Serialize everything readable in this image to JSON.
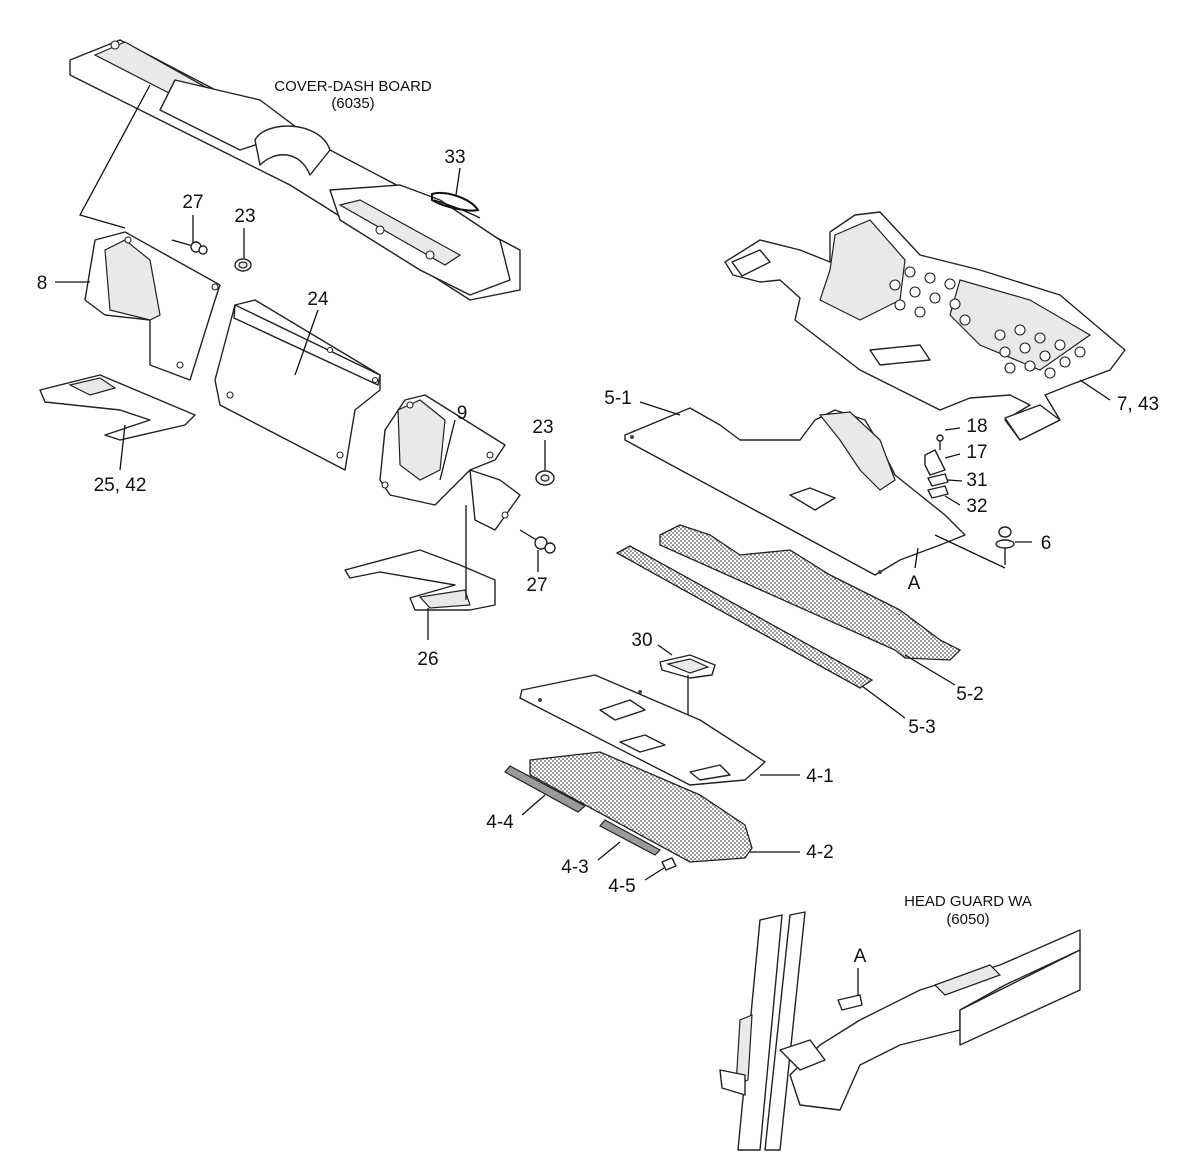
{
  "titles": {
    "cover_dash_board": "COVER-DASH BOARD",
    "cover_dash_board_code": "(6035)",
    "head_guard": "HEAD GUARD WA",
    "head_guard_code": "(6050)"
  },
  "labels": {
    "p8": "8",
    "p27a": "27",
    "p23a": "23",
    "p24": "24",
    "p25_42": "25, 42",
    "p9": "9",
    "p23b": "23",
    "p27b": "27",
    "p26": "26",
    "p33": "33",
    "p7_43": "7, 43",
    "p5_1": "5-1",
    "p18": "18",
    "p17": "17",
    "p31": "31",
    "p32": "32",
    "p6": "6",
    "pA1": "A",
    "p5_2": "5-2",
    "p5_3": "5-3",
    "p30": "30",
    "p4_1": "4-1",
    "p4_2": "4-2",
    "p4_3": "4-3",
    "p4_4": "4-4",
    "p4_5": "4-5",
    "pA2": "A"
  },
  "colors": {
    "line": "#222222",
    "foam": "#9a9a9a",
    "paper": "#ffffff"
  }
}
